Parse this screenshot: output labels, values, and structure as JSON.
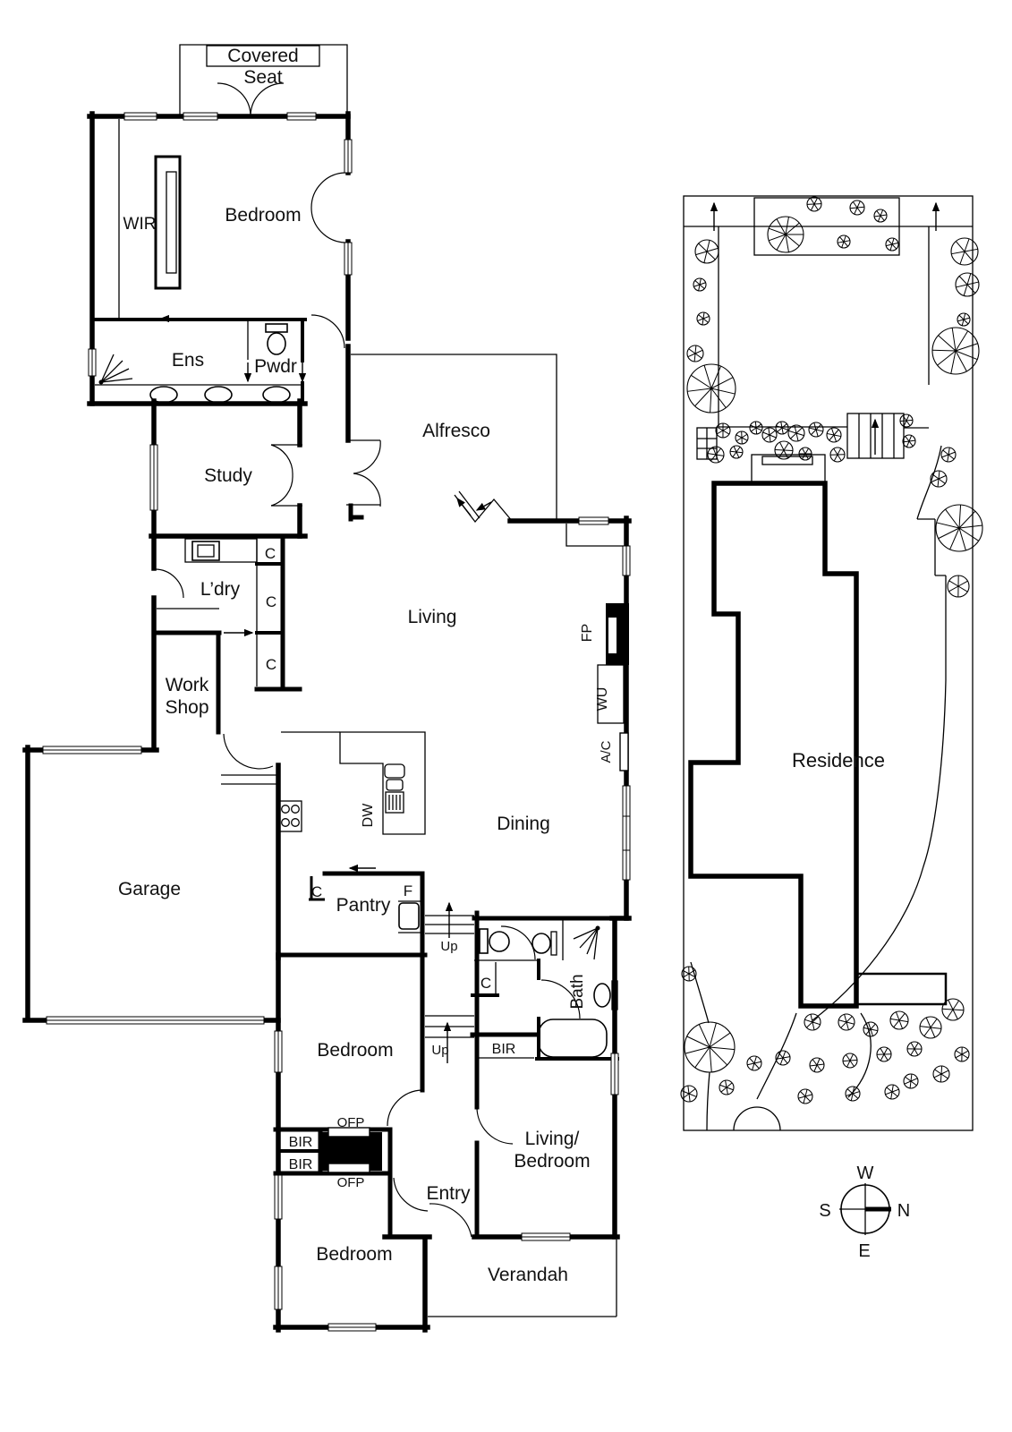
{
  "floor_plan": {
    "rooms": {
      "covered_seat_line1": "Covered",
      "covered_seat_line2": "Seat",
      "bedroom_main": "Bedroom",
      "wir": "WIR",
      "ens": "Ens",
      "pwdr": "Pwdr",
      "study": "Study",
      "alfresco": "Alfresco",
      "ldry": "L’dry",
      "living": "Living",
      "workshop_line1": "Work",
      "workshop_line2": "Shop",
      "garage": "Garage",
      "dining": "Dining",
      "pantry": "Pantry",
      "bath": "Bath",
      "bedroom_middle": "Bedroom",
      "living_bedroom_line1": "Living/",
      "living_bedroom_line2": "Bedroom",
      "entry": "Entry",
      "bedroom_rear": "Bedroom",
      "verandah": "Verandah"
    },
    "fixtures": {
      "closet": "C",
      "fridge": "F",
      "up": "Up",
      "bir": "BIR",
      "ofp": "OFP",
      "fireplace": "FP",
      "wall_unit": "WU",
      "air_con": "A/C",
      "dishwasher": "DW"
    }
  },
  "site_plan": {
    "residence": "Residence"
  },
  "compass": {
    "west": "W",
    "south": "S",
    "north": "N",
    "east": "E"
  }
}
